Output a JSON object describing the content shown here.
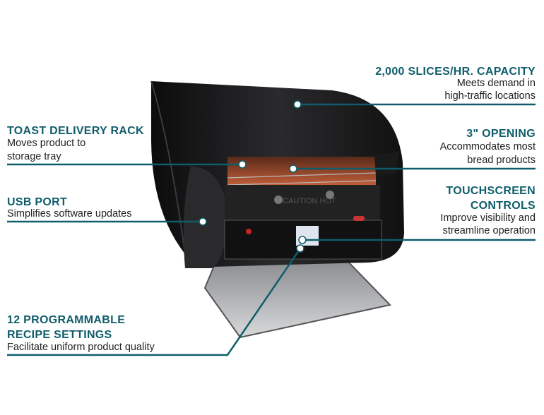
{
  "callouts": {
    "capacity": {
      "title": "2,000 SLICES/HR. CAPACITY",
      "line1": "Meets demand in",
      "line2": "high-traffic locations"
    },
    "rack": {
      "title": "TOAST DELIVERY RACK",
      "line1": "Moves product to",
      "line2": "storage tray"
    },
    "opening": {
      "title": "3\" OPENING",
      "line1": "Accommodates most",
      "line2": "bread products"
    },
    "usb": {
      "title": "USB PORT",
      "line1": "Simplifies software updates"
    },
    "touchscreen": {
      "title1": "TOUCHSCREEN",
      "title2": "CONTROLS",
      "line1": "Improve visibility and",
      "line2": "streamline operation"
    },
    "recipes": {
      "title1": "12 PROGRAMMABLE",
      "title2": "RECIPE SETTINGS",
      "line1": "Facilitate uniform product quality"
    }
  },
  "product": {
    "panel_text": "CAUTION HOT"
  },
  "colors": {
    "accent": "#0f5d6b",
    "body": "#1c1c1e",
    "heat": "#b5512c"
  }
}
